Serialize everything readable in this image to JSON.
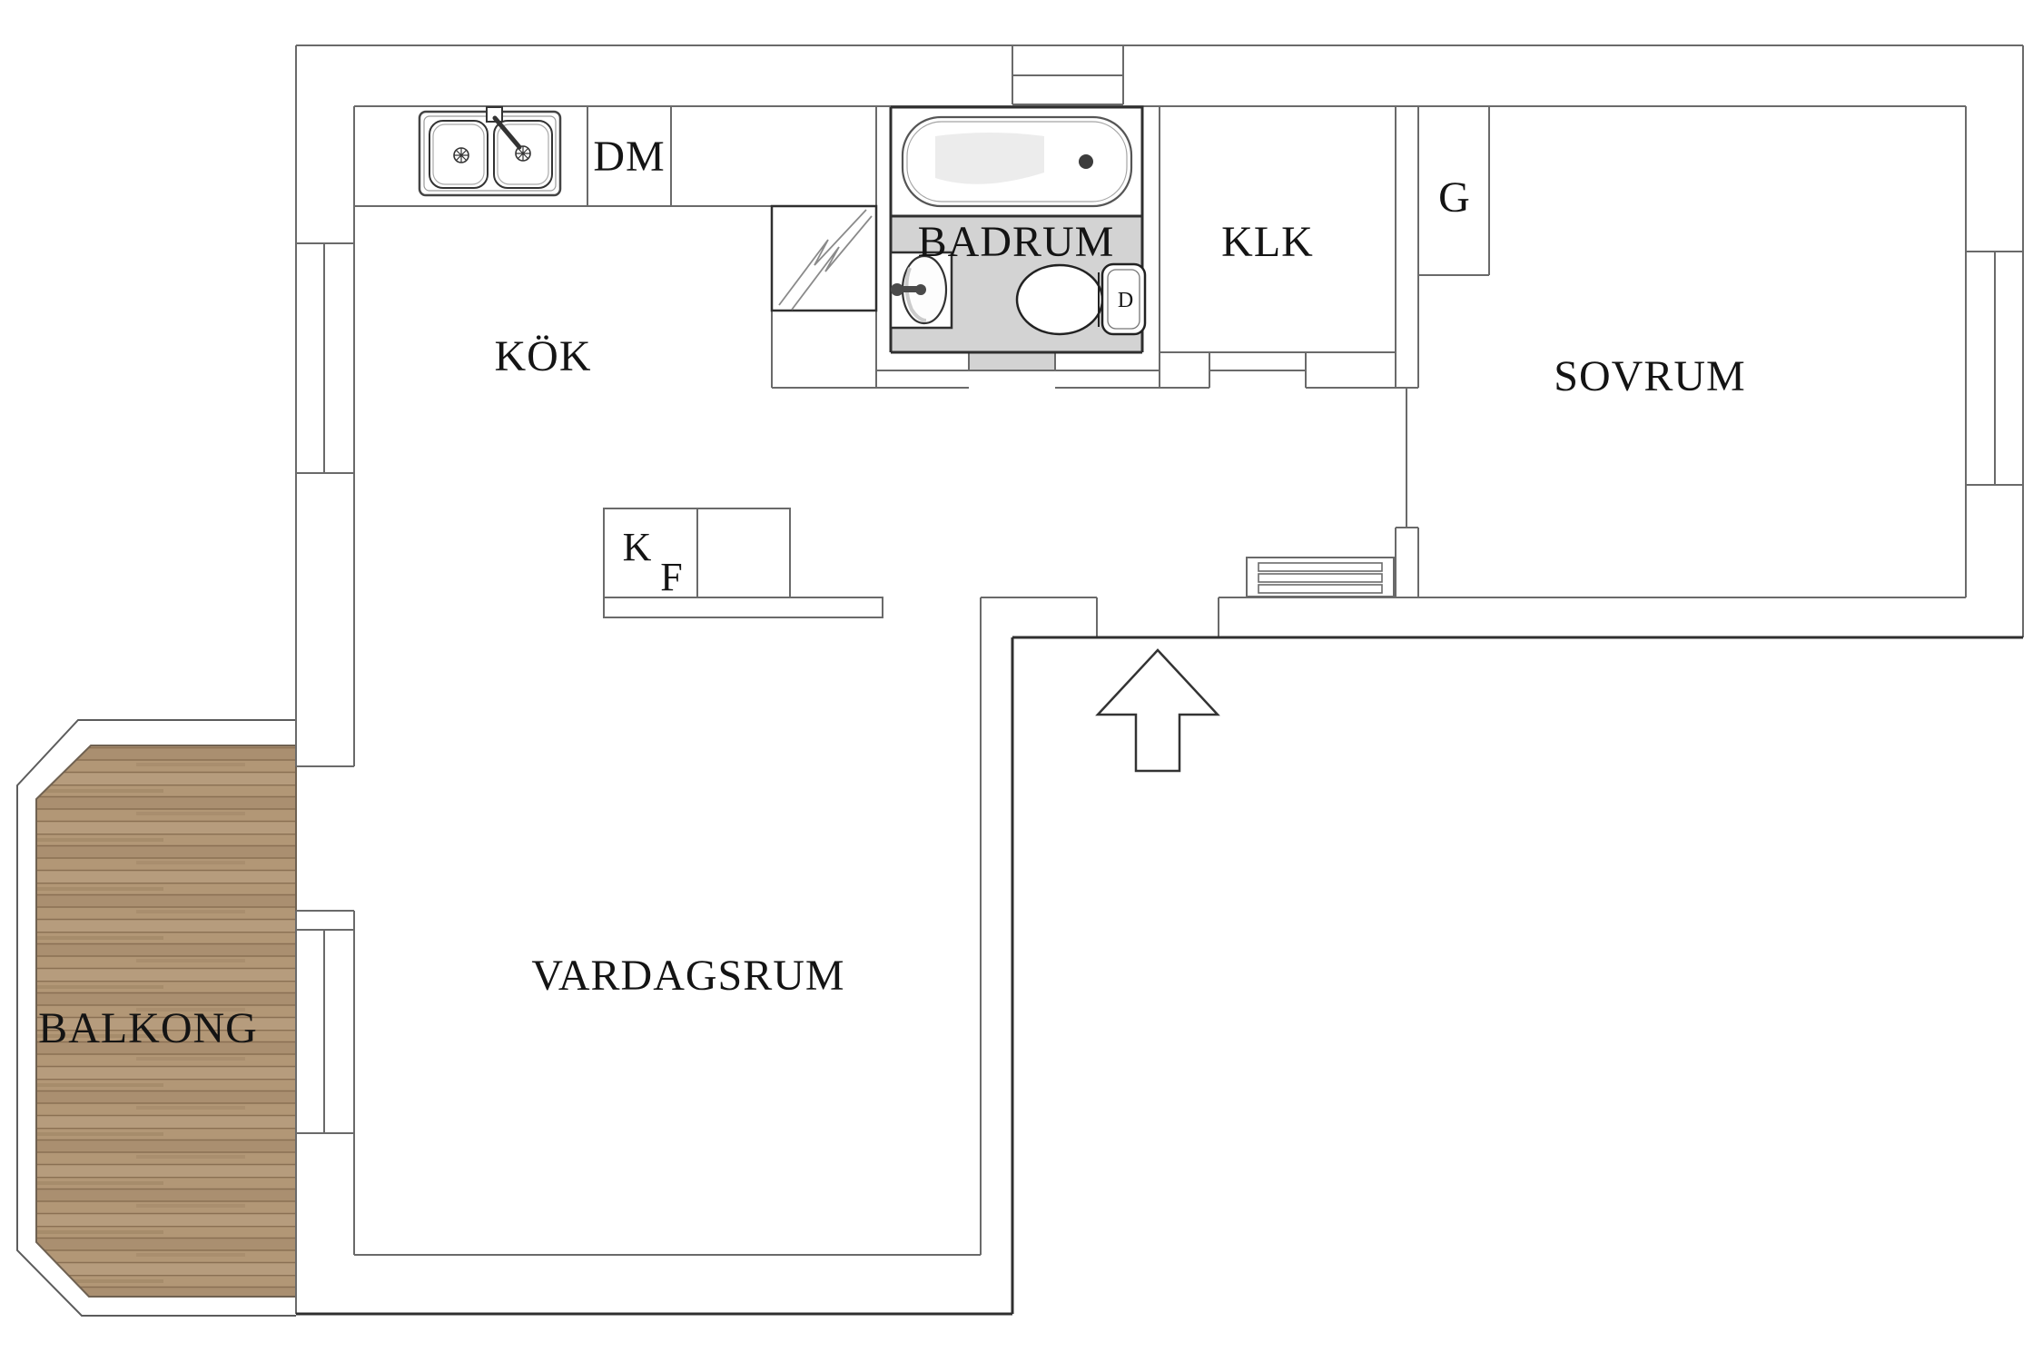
{
  "plan": {
    "type": "apartment-floor-plan",
    "rooms": {
      "kok": {
        "label": "KÖK"
      },
      "badrum": {
        "label": "BADRUM"
      },
      "klk": {
        "label": "KLK"
      },
      "garderob": {
        "label": "G"
      },
      "sovrum": {
        "label": "SOVRUM"
      },
      "vardagsrum": {
        "label": "VARDAGSRUM"
      },
      "balkong": {
        "label": "BALKONG"
      }
    },
    "appliances": {
      "dishwasher": {
        "label": "DM"
      },
      "fridge": {
        "label": "K"
      },
      "freezer": {
        "label": "F"
      },
      "toilet_flush_button": {
        "label": "D"
      }
    },
    "icons": [
      "kitchen-sink-icon",
      "bathtub-icon",
      "washbasin-icon",
      "toilet-icon",
      "electrical-bolt-icon",
      "radiator-icon",
      "entry-arrow-icon",
      "window-icon",
      "balcony-deck-icon",
      "chimney-shaft-icon"
    ],
    "colors": {
      "background": "#ffffff",
      "wall_line": "#6a6a6a",
      "dark_line": "#2f2f2f",
      "bathroom_floor": "#d3d3d3",
      "balcony_wood": "#b29776",
      "balcony_wood_line": "#8a7053",
      "text": "#141414"
    }
  }
}
